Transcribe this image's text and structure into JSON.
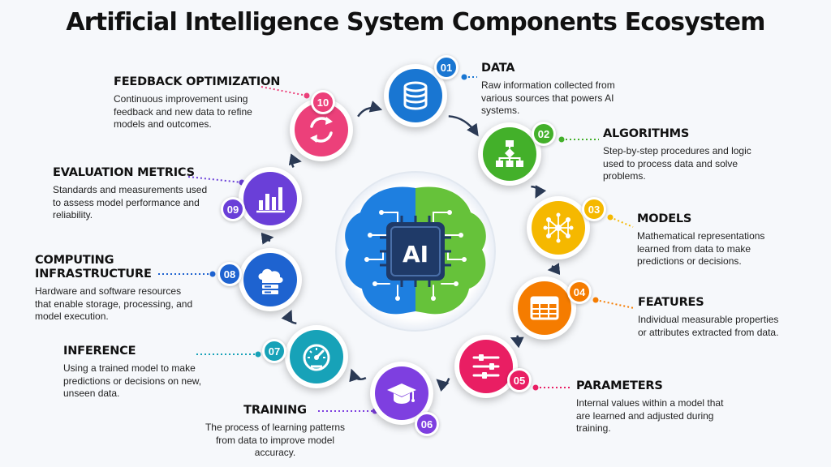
{
  "title": "Artificial Intelligence System Components Ecosystem",
  "center": {
    "chip_label": "AI"
  },
  "components": [
    {
      "num": "01",
      "name": "DATA",
      "desc": "Raw information collected from various sources that powers AI systems.",
      "icon": "database-icon",
      "color": "#1976d2"
    },
    {
      "num": "02",
      "name": "ALGORITHMS",
      "desc": "Step-by-step procedures and logic used to process data and solve problems.",
      "icon": "flowchart-icon",
      "color": "#43b02a"
    },
    {
      "num": "03",
      "name": "MODELS",
      "desc": "Mathematical representations learned from data to make predictions or decisions.",
      "icon": "network-icon",
      "color": "#f5b800"
    },
    {
      "num": "04",
      "name": "FEATURES",
      "desc": "Individual measurable properties or attributes extracted from data.",
      "icon": "table-icon",
      "color": "#f57c00"
    },
    {
      "num": "05",
      "name": "PARAMETERS",
      "desc": "Internal values within a model that are learned and adjusted during training.",
      "icon": "sliders-icon",
      "color": "#e91e63"
    },
    {
      "num": "06",
      "name": "TRAINING",
      "desc": "The process of learning patterns from data to improve model accuracy.",
      "icon": "graduation-cap-icon",
      "color": "#7e3fe0"
    },
    {
      "num": "07",
      "name": "INFERENCE",
      "desc": "Using a trained model to make predictions or decisions on new, unseen data.",
      "icon": "gauge-icon",
      "color": "#17a2b8"
    },
    {
      "num": "08",
      "name": "COMPUTING\nINFRASTRUCTURE",
      "desc": "Hardware and software resources that enable storage, processing, and model execution.",
      "icon": "cloud-server-icon",
      "color": "#1e63d0"
    },
    {
      "num": "09",
      "name": "EVALUATION METRICS",
      "desc": "Standards and measurements used to assess model performance and reliability.",
      "icon": "bar-chart-icon",
      "color": "#6a3fd8"
    },
    {
      "num": "10",
      "name": "FEEDBACK OPTIMIZATION",
      "desc": "Continuous improvement using feedback and new data to refine models and outcomes.",
      "icon": "refresh-icon",
      "color": "#ec407a"
    }
  ]
}
